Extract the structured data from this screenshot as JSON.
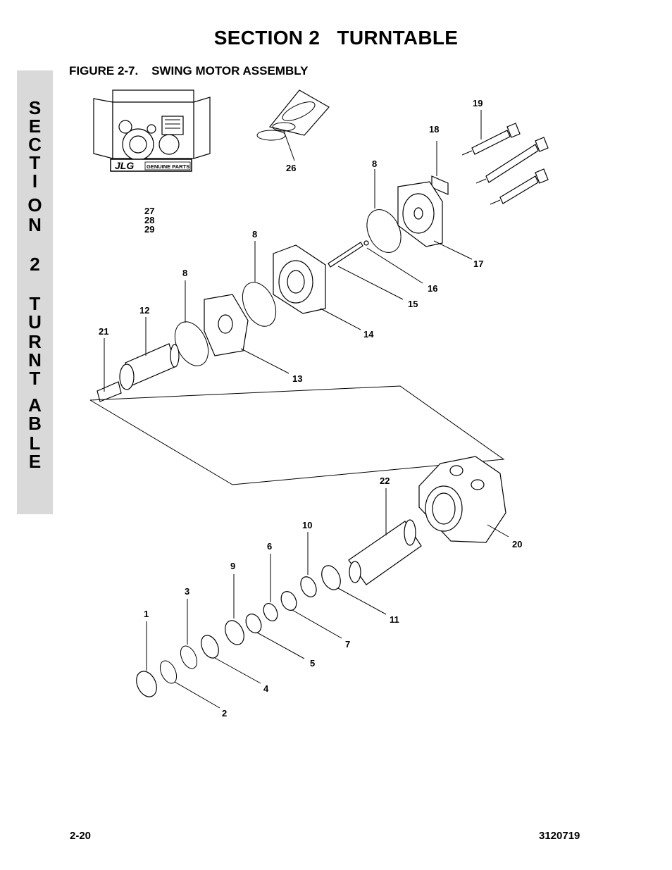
{
  "header": {
    "section_title": "SECTION 2   TURNTABLE",
    "figure_title": "FIGURE 2-7.    SWING MOTOR ASSEMBLY"
  },
  "side_tab": {
    "letters": [
      "S",
      "E",
      "C",
      "T",
      "I",
      "O",
      "N",
      "2",
      "T",
      "U",
      "R",
      "N",
      "T",
      "A",
      "B",
      "L",
      "E"
    ]
  },
  "kit_box": {
    "brand": "JLG",
    "label": "GENUINE PARTS"
  },
  "callouts": {
    "c19": "19",
    "c18": "18",
    "c8a": "8",
    "c26": "26",
    "c27": "27",
    "c28": "28",
    "c29": "29",
    "c8b": "8",
    "c17": "17",
    "c16": "16",
    "c15": "15",
    "c8c": "8",
    "c12": "12",
    "c14": "14",
    "c21": "21",
    "c13": "13",
    "c22": "22",
    "c10": "10",
    "c20": "20",
    "c6": "6",
    "c9": "9",
    "c3": "3",
    "c11": "11",
    "c1": "1",
    "c7": "7",
    "c5": "5",
    "c4": "4",
    "c2": "2"
  },
  "footer": {
    "page_number": "2-20",
    "doc_number": "3120719"
  }
}
